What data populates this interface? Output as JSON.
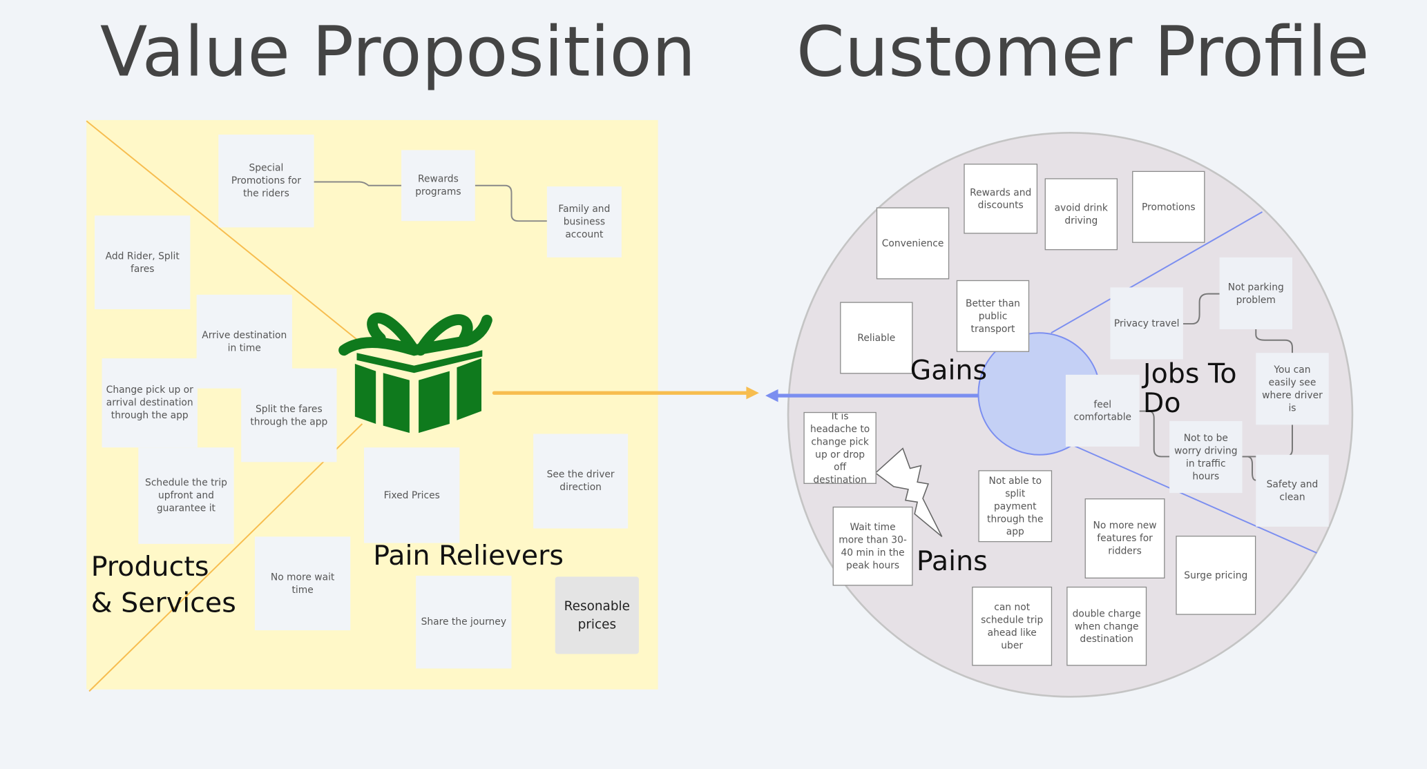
{
  "titles": {
    "left": "Value Proposition",
    "right": "Customer Profile"
  },
  "colors": {
    "background": "#f1f4f8",
    "value_map": "#fff8c8",
    "profile_circle": "#e6e1e6",
    "jobs_circle": "#c4d0f5",
    "arrow_orange": "#f7bd4f",
    "arrow_blue": "#7b8ef0",
    "gift": "#0f7a1d"
  },
  "value_map": {
    "labels": {
      "products_line1": "Products",
      "products_line2": "& Services",
      "pain_relievers": "Pain Relievers"
    },
    "icon": "gift-icon",
    "notes": [
      "Special Promotions for the riders",
      "Rewards programs",
      "Family and business account",
      "Add Rider, Split fares",
      "Arrive destination in time",
      "Change pick up or arrival destination through the app",
      "Split the fares through the app",
      "Schedule the trip upfront and guarantee it",
      "Fixed Prices",
      "See the driver direction",
      "No more wait time",
      "Share the journey",
      "Resonable prices"
    ]
  },
  "customer_profile": {
    "labels": {
      "gains": "Gains",
      "jobs": "Jobs To Do",
      "pains": "Pains"
    },
    "icon": "lightning-icon",
    "gains": [
      "Rewards and discounts",
      "avoid drink driving",
      "Promotions",
      "Convenience",
      "Reliable",
      "Better than public transport"
    ],
    "pains": [
      "It is headache to change pick up or drop off destination",
      "Wait time more than 30-40 min in the peak hours",
      "Not able to split payment through the app",
      "No more new features for ridders",
      "Surge pricing",
      "can not schedule trip ahead like uber",
      "double charge when change destination"
    ],
    "jobs": [
      "Privacy travel",
      "Not parking problem",
      "feel comfortable",
      "You can easily see where driver is",
      "Not to be worry driving in traffic hours",
      "Safety and clean"
    ]
  }
}
